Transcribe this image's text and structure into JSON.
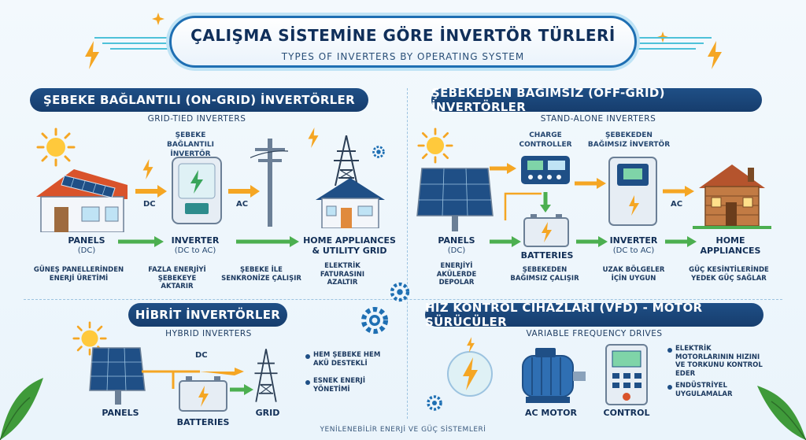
{
  "header": {
    "title": "ÇALIŞMA SİSTEMİNE GÖRE İNVERTÖR TÜRLERİ",
    "subtitle": "TYPES OF INVERTERS BY OPERATING SYSTEM"
  },
  "on_grid": {
    "title": "ŞEBEKE BAĞLANTILI (ON-GRID) İNVERTÖRLER",
    "subtitle": "GRID-TIED INVERTERS",
    "inverter_caption": "ŞEBEKE BAĞLANTILI İNVERTÖR",
    "dc": "DC",
    "ac": "AC",
    "panels": "PANELS",
    "panels_sub": "(DC)",
    "inverter": "INVERTER",
    "inverter_sub": "(DC to AC)",
    "home": "HOME APPLIANCES & UTILITY GRID",
    "note1": "GÜNEŞ PANELLERİNDEN ENERJİ ÜRETİMİ",
    "note2": "FAZLA ENERJİYİ ŞEBEKEYE AKTARIR",
    "note3": "ŞEBEKE İLE SENKRONİZE ÇALIŞIR",
    "note4": "ELEKTRİK FATURASINI AZALTIR"
  },
  "off_grid": {
    "title": "ŞEBEKEDEN BAĞIMSIZ (OFF-GRID) İNVERTÖRLER",
    "subtitle": "STAND-ALONE INVERTERS",
    "charge_controller": "CHARGE CONTROLLER",
    "inverter_caption": "ŞEBEKEDEN BAĞIMSIZ İNVERTÖR",
    "ac": "AC",
    "panels": "PANELS",
    "panels_sub": "(DC)",
    "batteries": "BATTERIES",
    "inverter": "INVERTER",
    "inverter_sub": "(DC to AC)",
    "home": "HOME APPLIANCES",
    "note1": "ENERJİYİ AKÜLERDE DEPOLAR",
    "note2": "ŞEBEKEDEN BAĞIMSIZ ÇALIŞIR",
    "note3": "UZAK BÖLGELER İÇİN UYGUN",
    "note4": "GÜÇ KESİNTİLERİNDE YEDEK GÜÇ SAĞLAR"
  },
  "hybrid": {
    "title": "HİBRİT İNVERTÖRLER",
    "subtitle": "HYBRID INVERTERS",
    "dc": "DC",
    "panels": "PANELS",
    "batteries": "BATTERIES",
    "grid": "GRID",
    "bullet1": "HEM ŞEBEKE HEM AKÜ DESTEKLİ",
    "bullet2": "ESNEK ENERJİ YÖNETİMİ"
  },
  "vfd": {
    "title": "HIZ KONTROL CİHAZLARI (VFD) - MOTOR SÜRÜCÜLER",
    "subtitle": "VARIABLE FREQUENCY DRIVES",
    "ac_motor": "AC MOTOR",
    "control": "CONTROL",
    "bullet1": "ELEKTRİK MOTORLARININ HIZINI VE TORKUNU KONTROL EDER",
    "bullet2": "ENDÜSTRİYEL UYGULAMALAR"
  },
  "footer": "YENİLENEBİLİR ENERJİ VE GÜÇ SİSTEMLERİ",
  "colors": {
    "navy": "#163d6d",
    "arrow_orange": "#f5a623",
    "arrow_green": "#4caf50",
    "accent_blue": "#1e6fb3"
  }
}
